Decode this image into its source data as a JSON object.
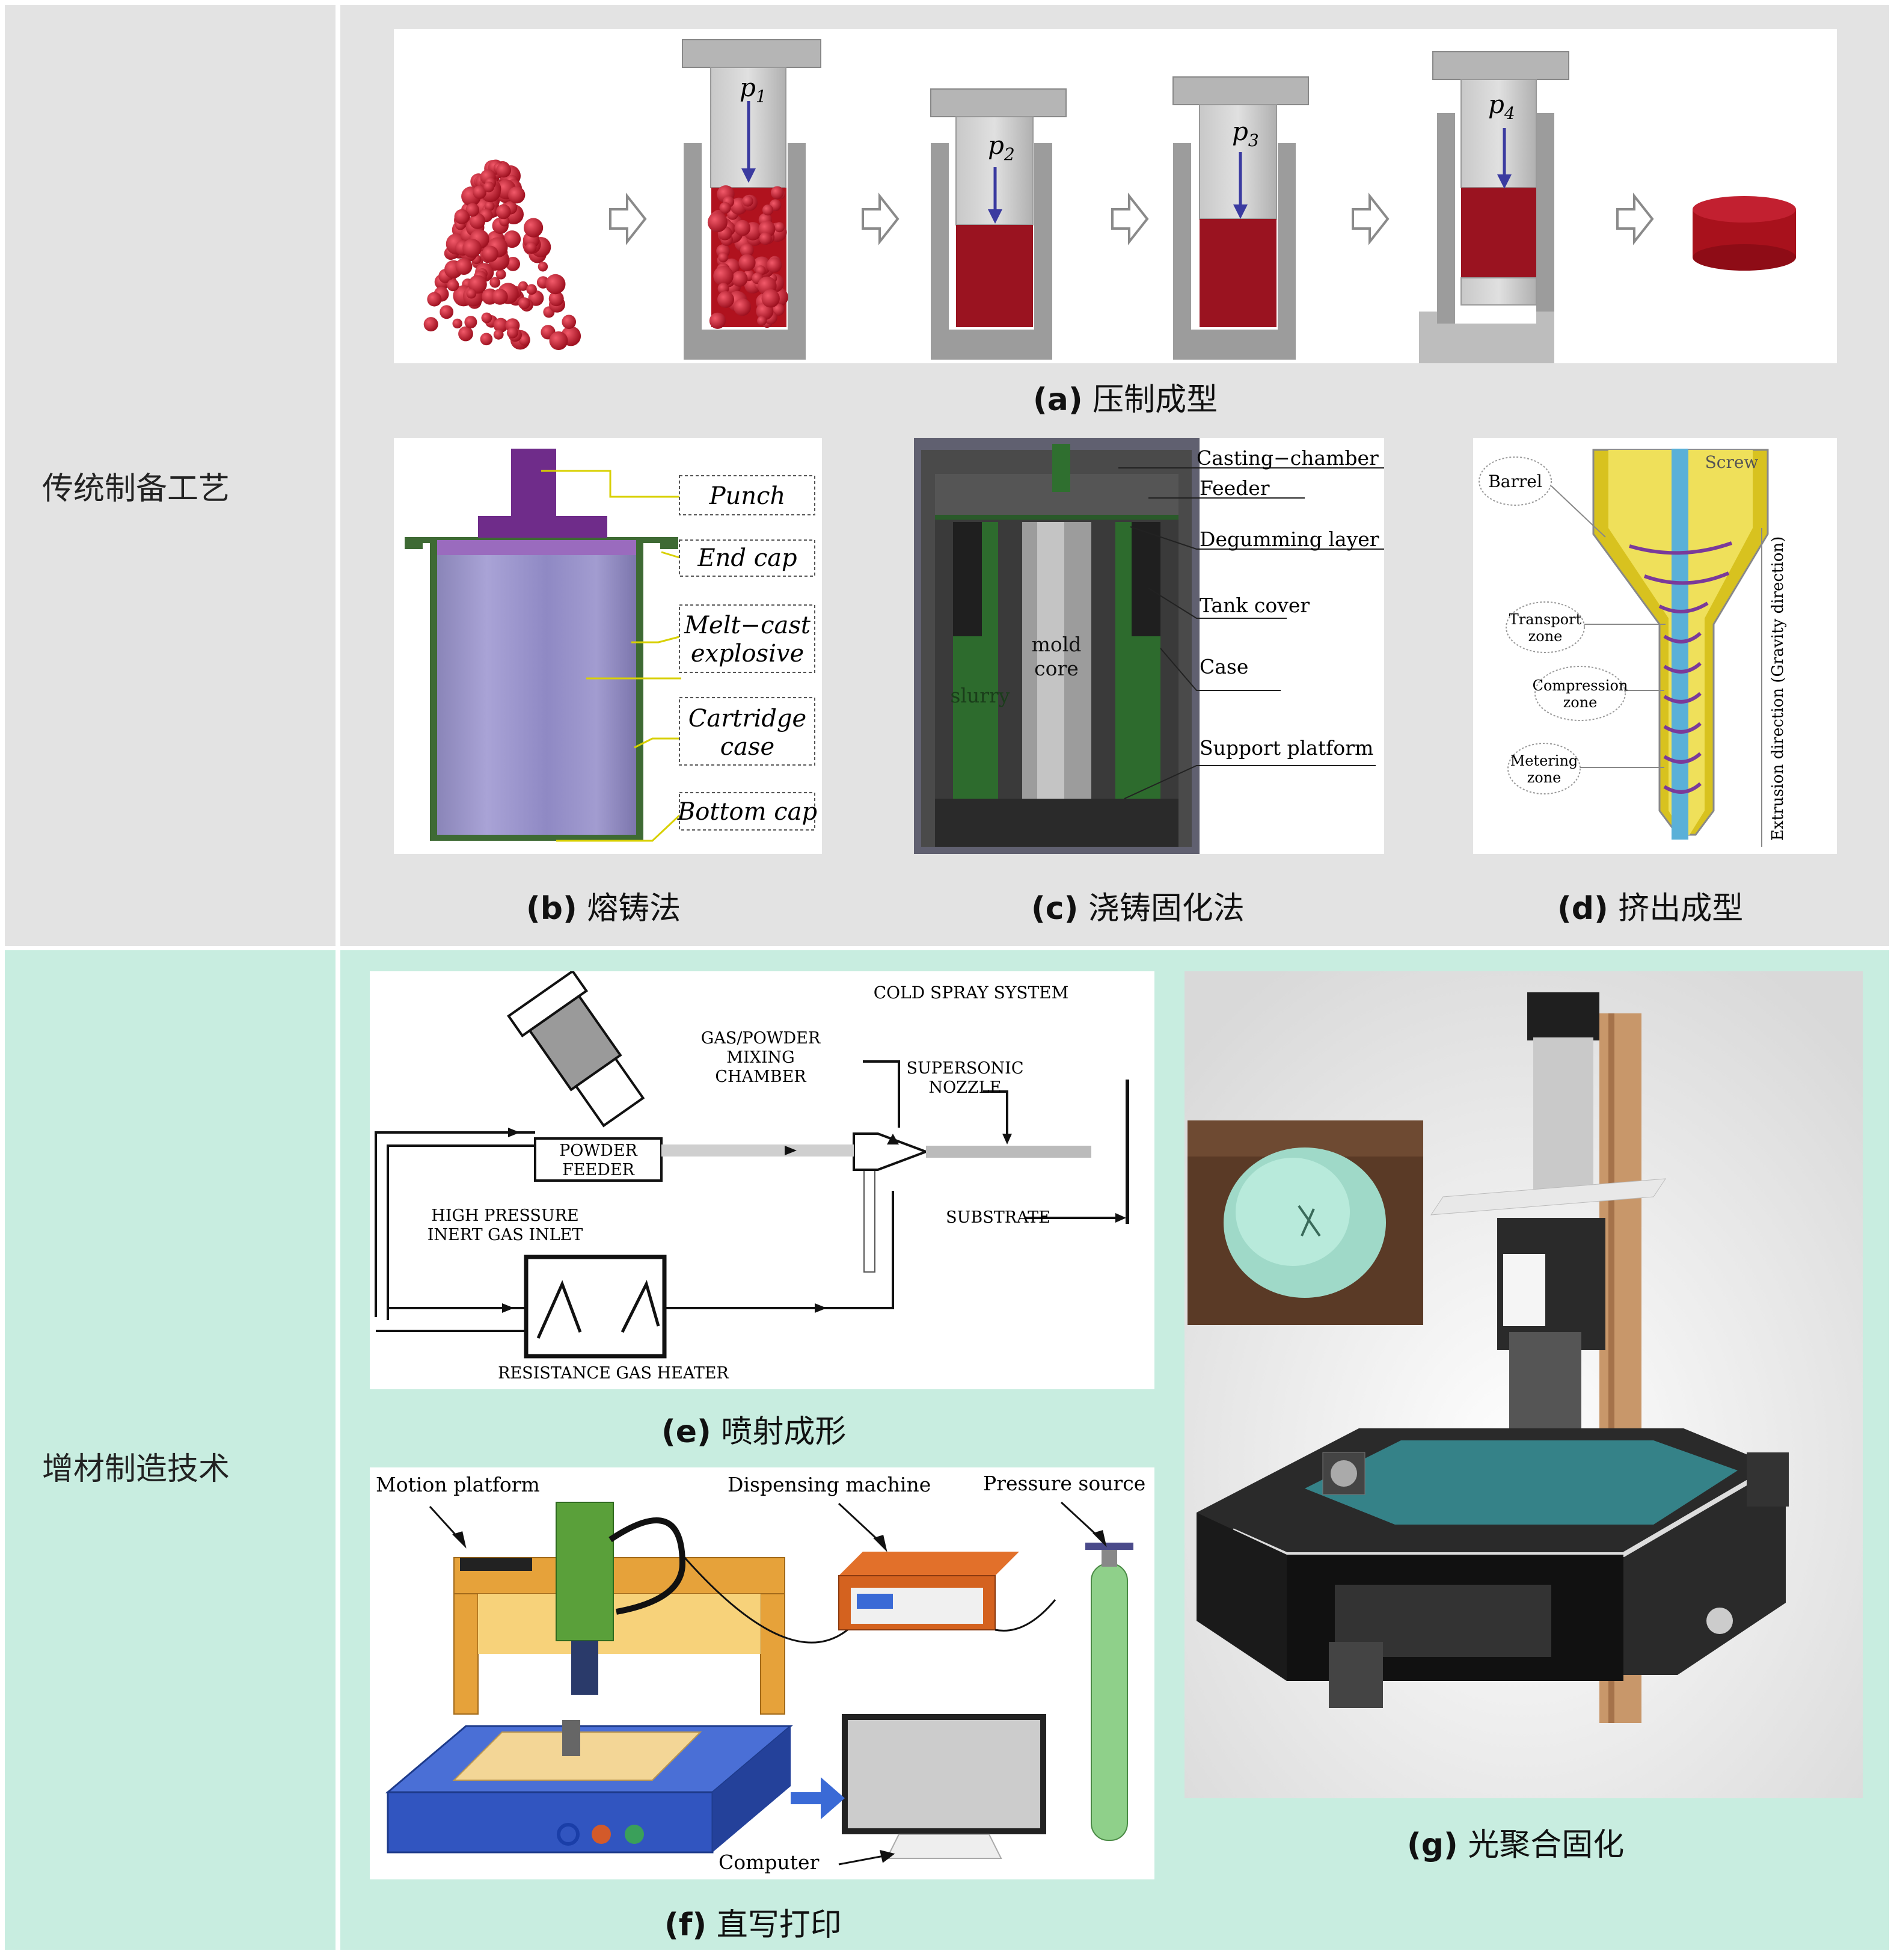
{
  "rows": {
    "traditional_label": "传统制备工艺",
    "additive_label": "增材制造技术"
  },
  "captions": {
    "a": {
      "tag": "(a)",
      "text": "压制成型"
    },
    "b": {
      "tag": "(b)",
      "text": "熔铸法"
    },
    "c": {
      "tag": "(c)",
      "text": "浇铸固化法"
    },
    "d": {
      "tag": "(d)",
      "text": "挤出成型"
    },
    "e": {
      "tag": "(e)",
      "text": "喷射成形"
    },
    "f": {
      "tag": "(f)",
      "text": "直写打印"
    },
    "g": {
      "tag": "(g)",
      "text": "光聚合固化"
    }
  },
  "panel_a": {
    "pressures": [
      "p",
      "p",
      "p",
      "p"
    ],
    "subscripts": [
      "1",
      "2",
      "3",
      "4"
    ]
  },
  "panel_b": {
    "labels": [
      "Punch",
      "End cap",
      "Melt−cast",
      "explosive",
      "Cartridge",
      "case",
      "Bottom cap"
    ]
  },
  "panel_c": {
    "labels": [
      "Casting−chamber",
      "Feeder",
      "Degumming layer",
      "Tank cover",
      "Case",
      "Support platform"
    ],
    "inner": {
      "mold1": "mold",
      "mold2": "core",
      "slurry": "slurry"
    }
  },
  "panel_d": {
    "barrel": "Barrel",
    "screw": "Screw",
    "zones": [
      [
        "Transport",
        "zone"
      ],
      [
        "Compression",
        "zone"
      ],
      [
        "Metering",
        "zone"
      ]
    ],
    "axis": "Extrusion direction (Gravity direction)"
  },
  "panel_e": {
    "title": "COLD SPRAY SYSTEM",
    "mixing": [
      "GAS/POWDER",
      "MIXING",
      "CHAMBER"
    ],
    "nozzle": [
      "SUPERSONIC",
      "NOZZLE"
    ],
    "feeder": [
      "POWDER",
      "FEEDER"
    ],
    "inlet": [
      "HIGH PRESSURE",
      "INERT GAS INLET"
    ],
    "substrate": "SUBSTRATE",
    "heater": "RESISTANCE GAS HEATER"
  },
  "panel_f": {
    "motion": "Motion platform",
    "dispensing": "Dispensing machine",
    "pressure": "Pressure source",
    "computer": "Computer"
  },
  "colors": {
    "traditional_bg": "#e3e3e3",
    "additive_bg": "#c8ede0",
    "explosive_red": "#b0121e",
    "press_grey": "#a7a7a7"
  }
}
